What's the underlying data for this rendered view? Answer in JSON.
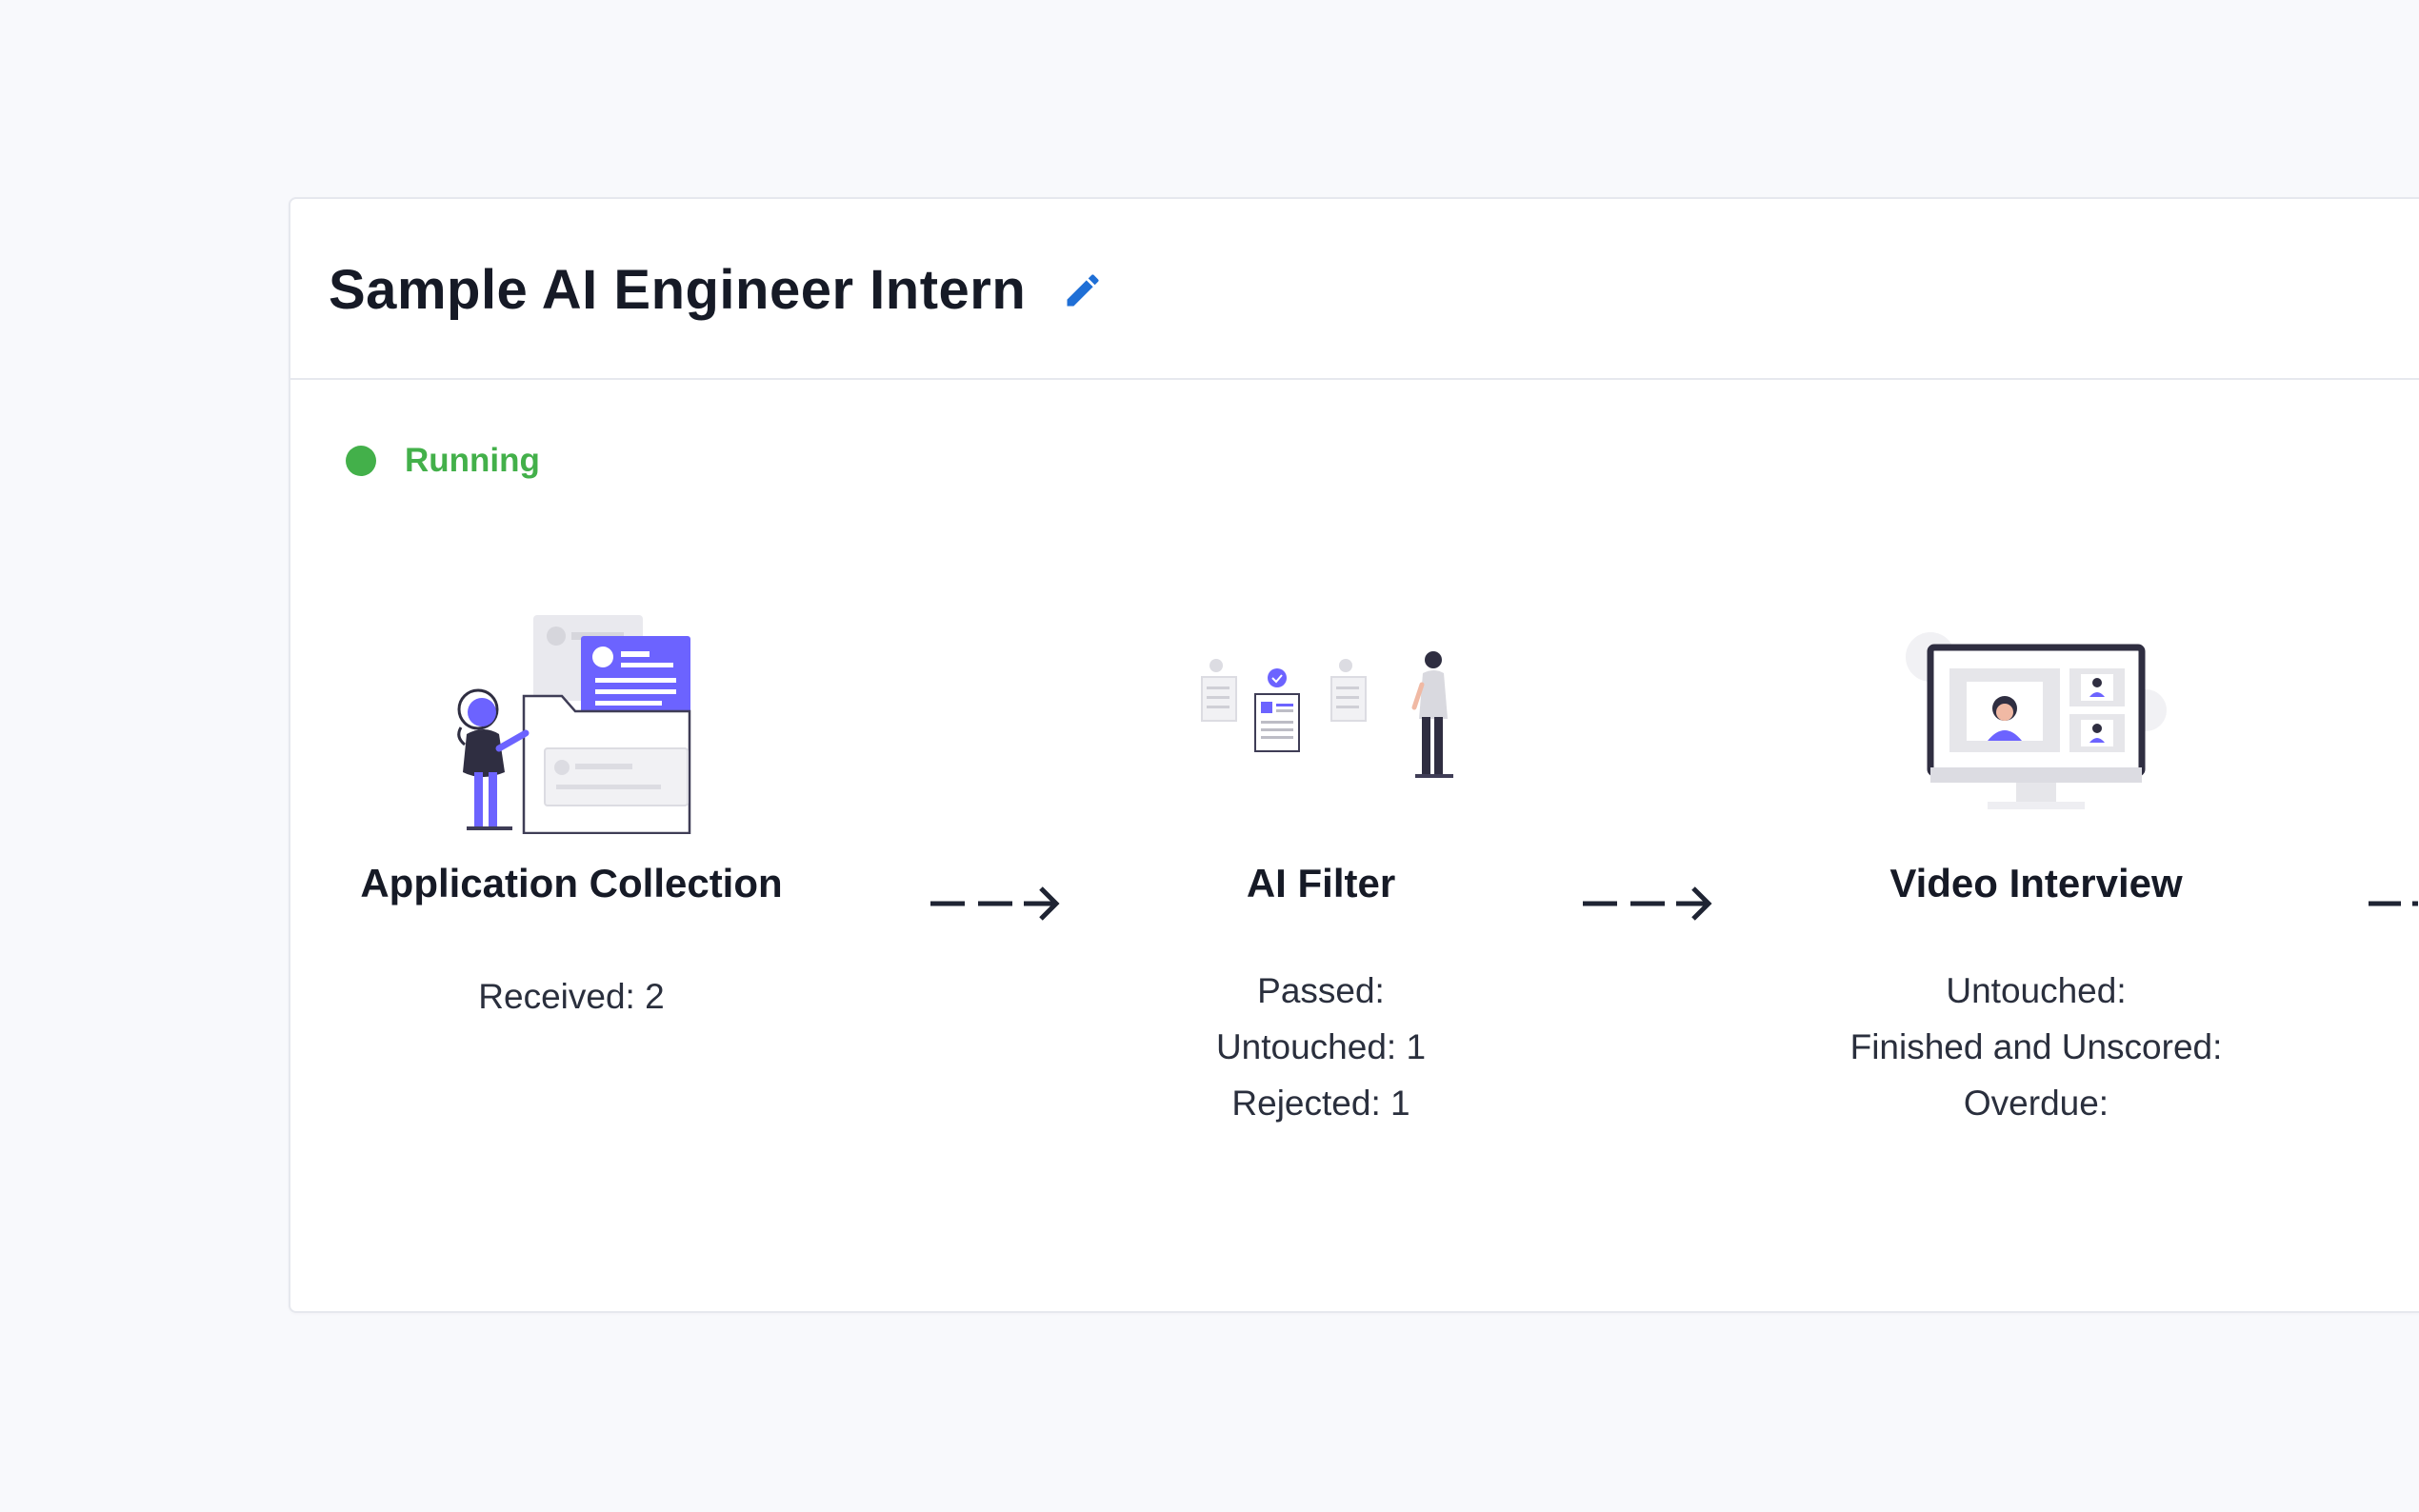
{
  "job": {
    "title": "Sample AI Engineer Intern",
    "edit_icon": "pencil-icon",
    "accent_color": "#1f6fd6"
  },
  "status": {
    "label": "Running",
    "color": "#43b04a"
  },
  "stages": [
    {
      "title": "Application Collection",
      "illustration": "application-collection-illustration",
      "stats": [
        "Received: 2"
      ]
    },
    {
      "title": "AI Filter",
      "illustration": "ai-filter-illustration",
      "stats": [
        "Passed:",
        "Untouched: 1",
        "Rejected: 1"
      ]
    },
    {
      "title": "Video Interview",
      "illustration": "video-interview-illustration",
      "stats": [
        "Untouched:",
        "Finished and Unscored:",
        "Overdue:"
      ]
    }
  ],
  "colors": {
    "illustration_primary": "#6c63ff",
    "illustration_dark": "#2f2e41",
    "illustration_light": "#e6e6e6"
  }
}
